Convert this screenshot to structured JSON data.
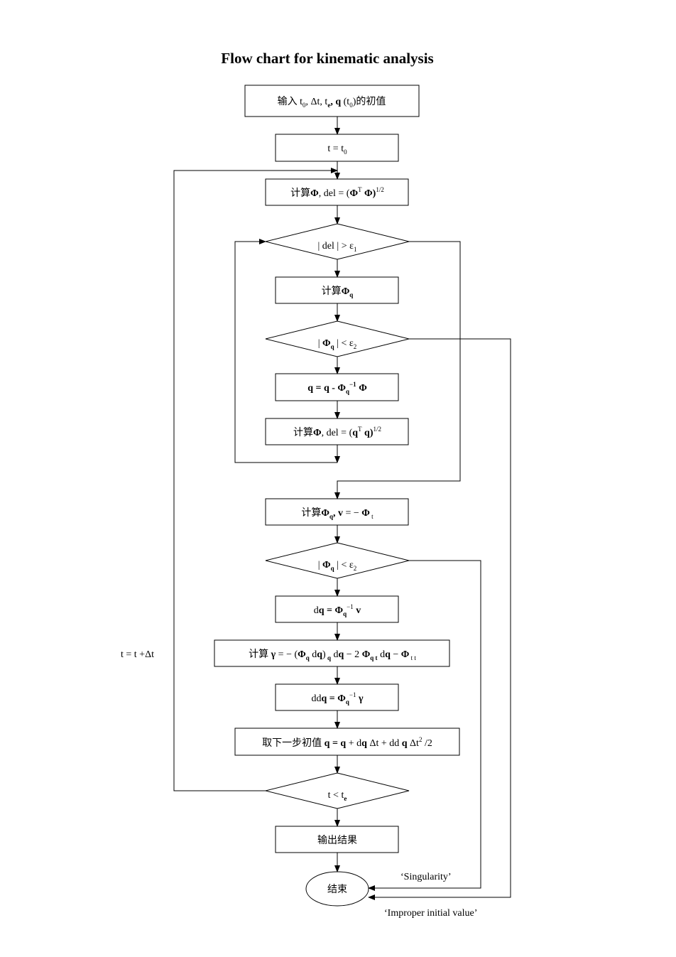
{
  "title": "Flow chart for kinematic analysis",
  "nodes": {
    "input": {
      "zh": "输入 ",
      "t": "t",
      "s0": "0",
      "dt": ", Δt, t",
      "se": "e",
      "comma": ", ",
      "q": "q",
      "paren": " (t",
      "s0b": "0",
      "close": ")的初值"
    },
    "t_init": {
      "pre": "t = t",
      "sub": "0"
    },
    "calc_phi": {
      "zh": "计算",
      "phi": "Φ",
      "mid": ", del = (",
      "phi2": "Φ",
      "sup": "T",
      "phi3": " Φ",
      "close": ")",
      "exp": "1/2"
    },
    "dec_del": {
      "pre": "| del | > ε",
      "sub": "1"
    },
    "calc_phiq": {
      "zh": "计算",
      "phi": "Φ",
      "sub": "q"
    },
    "dec_phiq1": {
      "pre": "| ",
      "phi": "Φ",
      "sub": "q",
      "post": " | < ε",
      "sub2": "2"
    },
    "update_q": {
      "a": "q = q - Φ",
      "sub": "q",
      "sup": "−1",
      "b": " Φ"
    },
    "calc_phi2": {
      "zh": "计算",
      "phi": "Φ",
      "mid": ", del = (",
      "q": "q",
      "sup": "T",
      "q2": " q",
      "close": ")",
      "exp": "1/2"
    },
    "calc_v": {
      "zh": "计算",
      "phi": "Φ",
      "sub": "q",
      "mid": ", ",
      "v": "v",
      "eq": " = − ",
      "phi2": "Φ",
      "sub2": " t"
    },
    "dec_phiq2": {
      "pre": "| ",
      "phi": "Φ",
      "sub": "q",
      "post": " | < ε",
      "sub2": "2"
    },
    "dq": {
      "a": "d",
      "q": "q = Φ",
      "sub": "q",
      "sup": "−1",
      "v": " v"
    },
    "gamma": {
      "zh": "计算 ",
      "g": "γ",
      "a": " = − (",
      "phi": "Φ",
      "s1": "q",
      "b": " d",
      "q": "q",
      "c": ")",
      "s2": " q",
      "d": " d",
      "q2": "q",
      "e": " − 2 ",
      "phi2": "Φ",
      "s3": "q t",
      "f": " d",
      "q3": "q",
      "g2": " − ",
      "phi3": "Φ",
      "s4": " t t"
    },
    "ddq": {
      "a": "dd",
      "q": "q = Φ",
      "sub": "q",
      "sup": "−1",
      "g": "  γ"
    },
    "next": {
      "zh": "取下一步初值 ",
      "q": "q = q",
      "a": " + d",
      "q2": "q",
      "b": " Δt + dd ",
      "q3": "q",
      "c": " Δt",
      "sup": "2",
      "d": " /2"
    },
    "dec_t": {
      "pre": "t  < t",
      "sub": "e"
    },
    "output": {
      "zh": "输出结果"
    },
    "end": {
      "zh": "结束"
    }
  },
  "labels": {
    "loop": "t  = t +Δt",
    "singularity": "‘Singularity’",
    "improper": "‘Improper initial value’"
  }
}
